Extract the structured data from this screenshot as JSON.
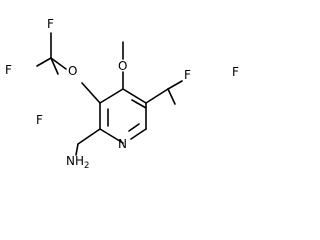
{
  "structure": {
    "atoms": {
      "ring_nitrogen": "N",
      "methoxy_oxygen": "O",
      "ether_oxygen": "O",
      "fluorine_cf3_a": "F",
      "fluorine_cf3_b": "F",
      "fluorine_cf3_c": "F",
      "fluorine_chf2_a": "F",
      "fluorine_chf2_b": "F",
      "amine_symbol": "NH",
      "amine_subscript": "2"
    }
  }
}
